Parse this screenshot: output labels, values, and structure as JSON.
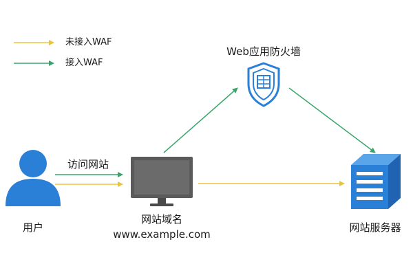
{
  "legend": {
    "not_connected": "未接入WAF",
    "connected": "接入WAF"
  },
  "nodes": {
    "waf": {
      "label": "Web应用防火墙",
      "icon": "shield-icon"
    },
    "user": {
      "label": "用户",
      "icon": "user-icon"
    },
    "domain": {
      "label": "网站域名",
      "url": "www.example.com",
      "icon": "monitor-icon"
    },
    "server": {
      "label": "网站服务器",
      "icon": "server-icon"
    }
  },
  "edges": {
    "visit_label": "访问网站"
  },
  "colors": {
    "not_connected": "#e8c53a",
    "connected": "#3aa56b",
    "accent_blue": "#2a7fd6",
    "monitor_dark": "#5a5a5a"
  }
}
